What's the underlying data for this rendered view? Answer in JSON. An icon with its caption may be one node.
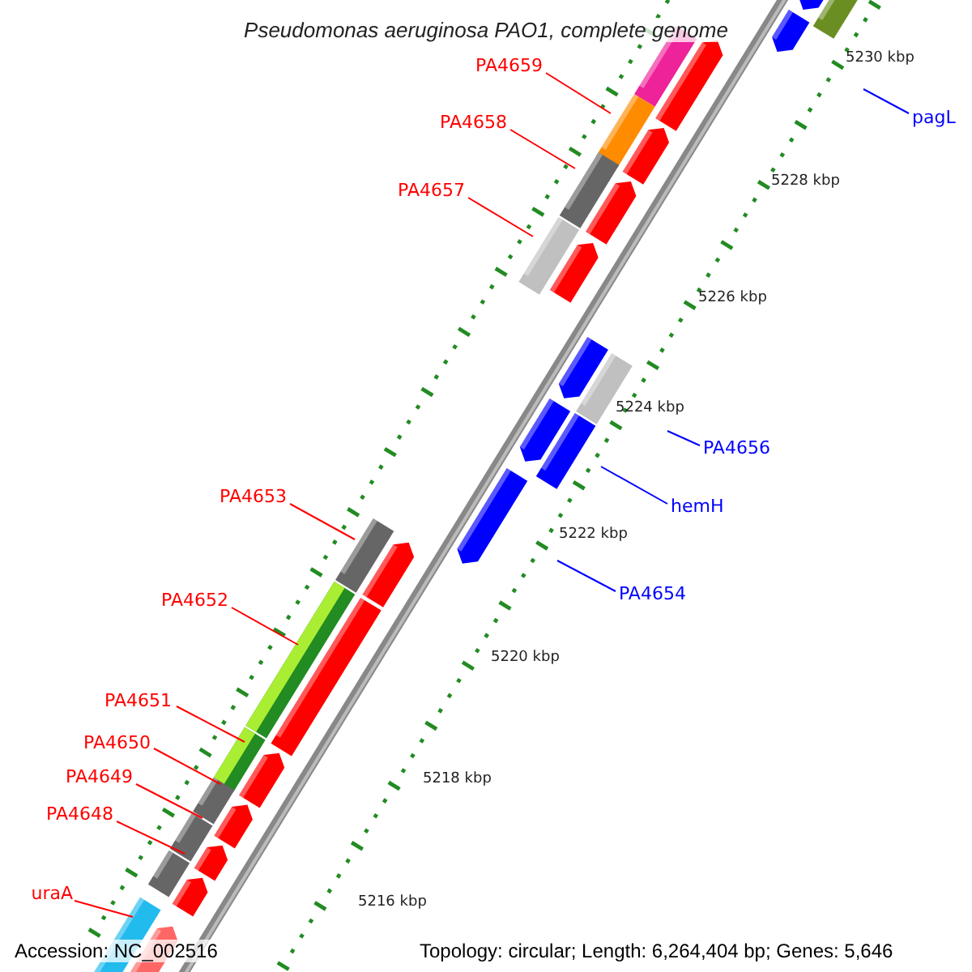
{
  "diagram": {
    "title": "Pseudomonas aeruginosa PAO1, complete genome",
    "nodes": [
      {
        "text": [
          "PA4659"
        ]
      },
      {
        "text": [
          "pagL"
        ]
      },
      {
        "text": [
          "PA4658"
        ]
      },
      {
        "text": [
          "PA4657"
        ]
      },
      {
        "text": [
          "PA4656"
        ]
      },
      {
        "text": [
          "PA4653"
        ]
      },
      {
        "text": [
          "hemH"
        ]
      },
      {
        "text": [
          "PA4654"
        ]
      },
      {
        "text": [
          "PA4652"
        ]
      },
      {
        "text": [
          "PA4651"
        ]
      },
      {
        "text": [
          "PA4650"
        ]
      },
      {
        "text": [
          "PA4649"
        ]
      },
      {
        "text": [
          "PA4648"
        ]
      },
      {
        "text": [
          "uraA"
        ]
      }
    ],
    "edges": [
      {
        "from": 0,
        "to": null,
        "arrow": "none"
      },
      {
        "from": 1,
        "to": null,
        "arrow": "none",
        "color": "#0000ff"
      },
      {
        "from": 2,
        "to": null,
        "arrow": "none"
      },
      {
        "from": 3,
        "to": null,
        "arrow": "none"
      },
      {
        "from": 4,
        "to": null,
        "arrow": "none",
        "color": "#0000ff"
      },
      {
        "from": 5,
        "to": null,
        "arrow": "none"
      },
      {
        "from": 6,
        "to": null,
        "arrow": "none",
        "color": "#0000ff"
      },
      {
        "from": 7,
        "to": null,
        "arrow": "none",
        "color": "#0000ff"
      },
      {
        "from": 8,
        "to": null,
        "arrow": "none"
      },
      {
        "from": 9,
        "to": null,
        "arrow": "none"
      },
      {
        "from": 10,
        "to": null,
        "arrow": "none"
      },
      {
        "from": 11,
        "to": null,
        "arrow": "none"
      },
      {
        "from": 12,
        "to": null,
        "arrow": "none"
      },
      {
        "from": 13,
        "to": null,
        "arrow": "none"
      }
    ],
    "labels": [
      "5230 kbp",
      "5228 kbp",
      "5226 kbp",
      "5224 kbp",
      "5222 kbp",
      "5220 kbp",
      "5218 kbp",
      "5216 kbp",
      "Accession: NC_002516",
      "Topology: circular; Length: 6,264,404 bp; Genes: 5,646"
    ]
  }
}
